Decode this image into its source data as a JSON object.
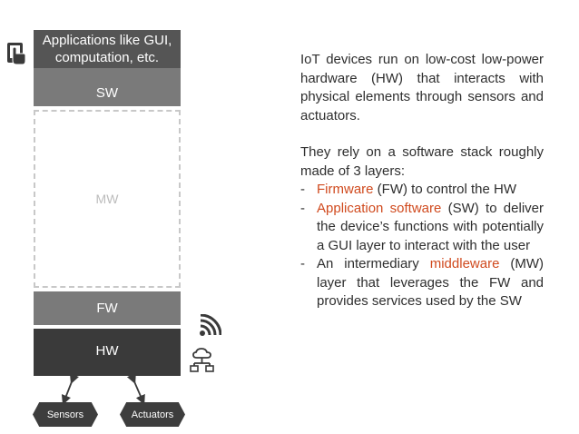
{
  "stack": {
    "apps_line1": "Applications like GUI,",
    "apps_line2": "computation, etc.",
    "sw": "SW",
    "mw": "MW",
    "fw": "FW",
    "hw": "HW",
    "sensors": "Sensors",
    "actuators": "Actuators"
  },
  "icons": {
    "app": "tablet-touch-icon",
    "wireless": "wireless-signal-icon",
    "cloud": "cloud-network-icon"
  },
  "colors": {
    "highlight": "#d04a1e",
    "dark": "#3a3a3a",
    "mid": "#7a7a7a"
  },
  "text": {
    "p1": "IoT devices run on low-cost low-power hardware (HW) that interacts with physical elements through sensors and actuators.",
    "p2": "They rely on a software stack roughly made of 3 layers:",
    "bullets": [
      {
        "dash": "-",
        "term": "Firmware",
        "rest": " (FW) to control the HW"
      },
      {
        "dash": "-",
        "term": "Application software",
        "rest": " (SW) to deliver the device’s functions with potentially a GUI layer to interact with the user"
      },
      {
        "dash": "-",
        "pre": "An intermediary ",
        "term": "middleware",
        "rest": " (MW) layer that leverages the FW and provides services used by the SW"
      }
    ]
  }
}
